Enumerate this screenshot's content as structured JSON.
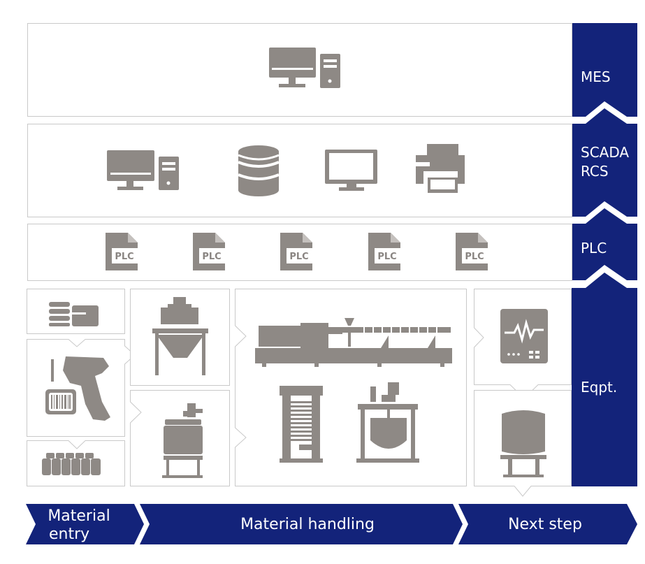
{
  "layers": {
    "mes": {
      "label_lines": [
        "MES"
      ]
    },
    "scada": {
      "label_lines": [
        "SCADA",
        "RCS"
      ]
    },
    "plc": {
      "label_lines": [
        "PLC"
      ],
      "device_text": "PLC",
      "device_count": 5
    },
    "eqpt": {
      "label_lines": [
        "Eqpt."
      ]
    }
  },
  "flow": {
    "material_entry": {
      "lines": [
        "Material",
        "entry"
      ]
    },
    "material_handling": {
      "label": "Material handling"
    },
    "next_step": {
      "label": "Next step"
    }
  },
  "colors": {
    "navy": "#13237a",
    "icon_gray": "#8e8985",
    "border": "#c9c9c9"
  },
  "icons": [
    "desktop-computer-icon",
    "database-icon",
    "monitor-icon",
    "printer-icon",
    "plc-icon",
    "barcode-scanner-icon",
    "material-bags-icon",
    "sample-vials-icon",
    "silo-hopper-icon",
    "mixing-tank-icon",
    "extruder-icon",
    "press-icon",
    "reactor-icon",
    "analyzer-icon",
    "storage-tank-icon"
  ]
}
